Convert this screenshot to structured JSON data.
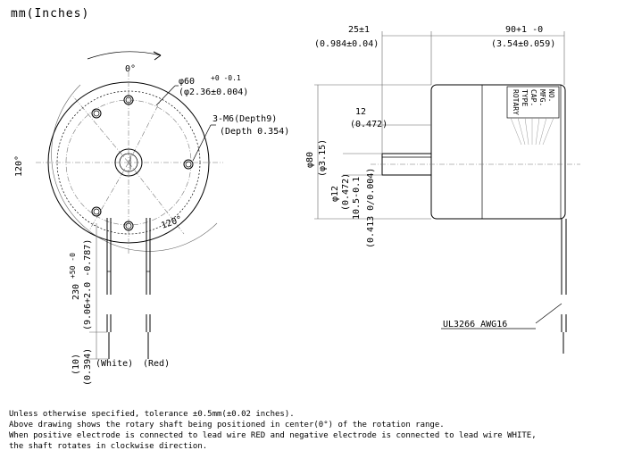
{
  "units_title": "mm(Inches)",
  "front_view": {
    "rotation_zero": "0°",
    "angle_left": "120°",
    "angle_right": "120°",
    "diameter_mm": "φ60",
    "diameter_tol": "+0 -0.1",
    "diameter_in": "(φ2.36±0.004)",
    "holes_label": "3-M6(Depth9)",
    "holes_depth_in": "(Depth 0.354)",
    "lead_length_mm": "230",
    "lead_length_tol": "+50 -0",
    "lead_length_in": "(9.06+2.0 -0.787)",
    "strip_mm": "(10)",
    "strip_in": "(0.394)",
    "wire_white": "(White)",
    "wire_red": "(Red)"
  },
  "side_view": {
    "dim_25": "25±1",
    "dim_25_in": "(0.984±0.04)",
    "dim_90": "90+1 -0",
    "dim_90_in": "(3.54±0.059)",
    "dim_12": "12",
    "dim_12_in": "(0.472)",
    "body_dia": "φ80",
    "body_dia_in": "(φ3.15)",
    "shaft_dia": "φ12",
    "shaft_dia_in": "(0.472)",
    "flat_mm": "10.5-0.1",
    "flat_in": "(0.413 0/0.004)",
    "cable_label": "UL3266 AWG16",
    "nameplate": [
      "ROTARY",
      "TYPE",
      "CAP.",
      "MFG.",
      "NO."
    ]
  },
  "notes": [
    "Unless otherwise specified, tolerance ±0.5mm(±0.02 inches).",
    "Above drawing shows the rotary shaft being positioned in center(0°) of the rotation range.",
    "When positive electrode is connected to lead wire RED and negative electrode is connected to lead wire WHITE,",
    "the shaft rotates in clockwise direction."
  ]
}
